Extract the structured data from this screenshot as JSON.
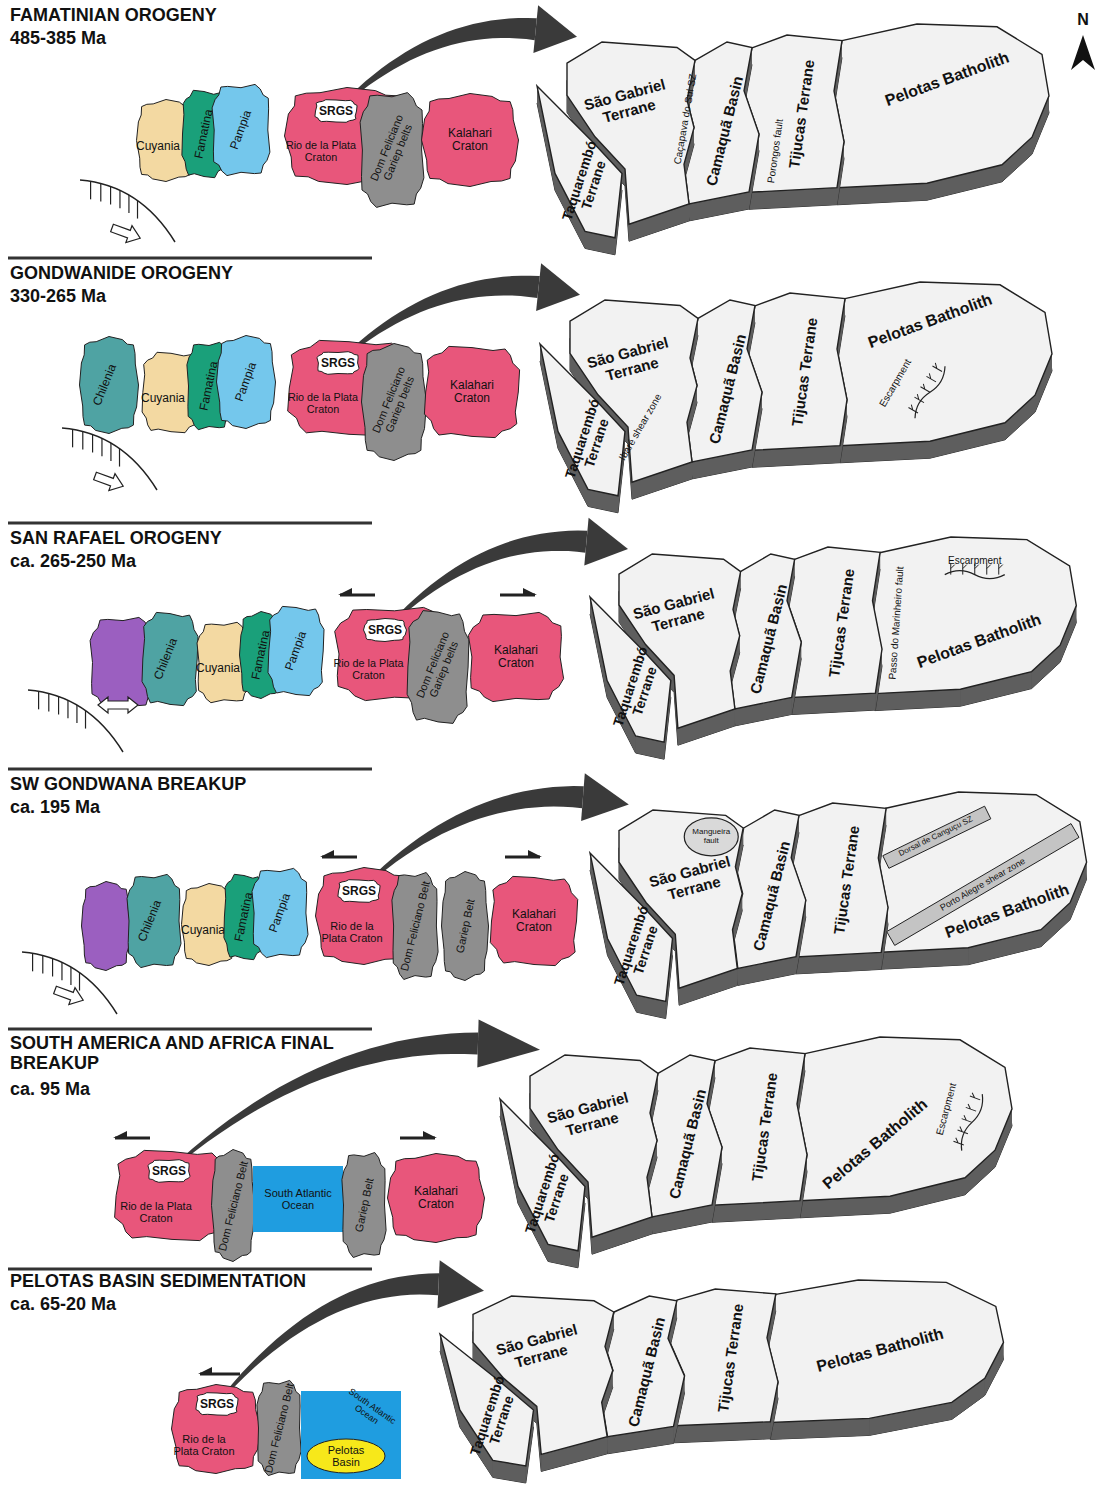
{
  "diagram": {
    "nodes": [
      {
        "text": [
          "Cuyania"
        ]
      },
      {
        "text": [
          "Famatina"
        ]
      },
      {
        "text": [
          "Pampia"
        ]
      },
      {
        "text": [
          "Rio de la Plata Craton"
        ]
      },
      {
        "text": [
          "SRGS"
        ],
        "in": 3
      },
      {
        "text": [
          "Dom Feliciano Gariep belts"
        ]
      },
      {
        "text": [
          "Kalahari Craton"
        ]
      },
      {
        "text": [
          "Taquarembó Terrane"
        ]
      },
      {
        "text": [
          "São Gabriel Terrane"
        ]
      },
      {
        "text": [
          "Camaquã Basin"
        ]
      },
      {
        "text": [
          "Tijucas Terrane"
        ]
      },
      {
        "text": [
          "Pelotas Batholith"
        ]
      },
      {
        "text": [
          "Chilenia"
        ]
      },
      {
        "text": [
          "Cuyania"
        ]
      },
      {
        "text": [
          "Famatina"
        ]
      },
      {
        "text": [
          "Pampia"
        ]
      },
      {
        "text": [
          "Rio de la Plata Craton"
        ]
      },
      {
        "text": [
          "SRGS"
        ],
        "in": 16
      },
      {
        "text": [
          "Dom Feliciano Gariep belts"
        ]
      },
      {
        "text": [
          "Kalahari Craton"
        ]
      },
      {
        "text": [
          "Taquarembó Terrane"
        ]
      },
      {
        "text": [
          "São Gabriel Terrane"
        ]
      },
      {
        "text": [
          "Camaquã Basin"
        ]
      },
      {
        "text": [
          "Tijucas Terrane"
        ]
      },
      {
        "text": [
          "Pelotas Batholith"
        ]
      },
      {
        "text": [
          "Chilenia"
        ]
      },
      {
        "text": [
          "Cuyania"
        ]
      },
      {
        "text": [
          "Famatina"
        ]
      },
      {
        "text": [
          "Pampia"
        ]
      },
      {
        "text": [
          "Rio de la Plata Craton"
        ]
      },
      {
        "text": [
          "SRGS"
        ],
        "in": 29
      },
      {
        "text": [
          "Dom Feliciano Gariep belts"
        ]
      },
      {
        "text": [
          "Kalahari Craton"
        ]
      },
      {
        "text": [
          "Taquarembó Terrane"
        ]
      },
      {
        "text": [
          "São Gabriel Terrane"
        ]
      },
      {
        "text": [
          "Camaquã Basin"
        ]
      },
      {
        "text": [
          "Tijucas Terrane"
        ]
      },
      {
        "text": [
          "Pelotas Batholith"
        ]
      },
      {
        "text": [
          "Chilenia"
        ]
      },
      {
        "text": [
          "Cuyania"
        ]
      },
      {
        "text": [
          "Famatina"
        ]
      },
      {
        "text": [
          "Pampia"
        ]
      },
      {
        "text": [
          "Rio de la Plata Craton"
        ]
      },
      {
        "text": [
          "SRGS"
        ],
        "in": 42
      },
      {
        "text": [
          "Dom Feliciano Belt"
        ]
      },
      {
        "text": [
          "Gariep Belt"
        ]
      },
      {
        "text": [
          "Kalahari Craton"
        ]
      },
      {
        "text": [
          "Taquarembó Terrane"
        ]
      },
      {
        "text": [
          "São Gabriel Terrane"
        ]
      },
      {
        "text": [
          "Camaquã Basin"
        ]
      },
      {
        "text": [
          "Tijucas Terrane"
        ]
      },
      {
        "text": [
          "Pelotas Batholith"
        ]
      },
      {
        "text": [
          "Rio de la Plata Craton"
        ]
      },
      {
        "text": [
          "SRGS"
        ],
        "in": 52
      },
      {
        "text": [
          "Dom Feliciano Belt"
        ]
      },
      {
        "text": [
          "South Atlantic Ocean"
        ]
      },
      {
        "text": [
          "Gariep Belt"
        ]
      },
      {
        "text": [
          "Kalahari Craton"
        ]
      },
      {
        "text": [
          "Taquarembó Terrane"
        ]
      },
      {
        "text": [
          "São Gabriel Terrane"
        ]
      },
      {
        "text": [
          "Camaquã Basin"
        ]
      },
      {
        "text": [
          "Tijucas Terrane"
        ]
      },
      {
        "text": [
          "Pelotas Batholith"
        ]
      },
      {
        "text": [
          "Rio de la Plata Craton"
        ]
      },
      {
        "text": [
          "SRGS"
        ],
        "in": 63
      },
      {
        "text": [
          "Dom Feliciano Belt"
        ]
      },
      {
        "text": [
          "South Atlantic Ocean"
        ]
      },
      {
        "text": [
          "Pelotas Basin"
        ],
        "in": 66
      },
      {
        "text": [
          "Taquarembó Terrane"
        ]
      },
      {
        "text": [
          "São Gabriel Terrane"
        ]
      },
      {
        "text": [
          "Camaquã Basin"
        ]
      },
      {
        "text": [
          "Tijucas Terrane"
        ]
      },
      {
        "text": [
          "Pelotas Batholith"
        ]
      }
    ],
    "labels": [
      "FAMATINIAN OROGENY",
      "485-385 Ma",
      "N",
      "Caçapava do Sul SZ",
      "Porongos fault",
      "GONDWANIDE OROGENY",
      "330-265 Ma",
      "Ibaré shear zone",
      "Escarpment",
      "SAN RAFAEL OROGENY",
      "ca. 265-250 Ma",
      "Passo do Marinheiro fault",
      "Escarpment",
      "SW GONDWANA BREAKUP",
      "ca. 195 Ma",
      "Mangueira fault",
      "Dorsal de Canguçu SZ",
      "Porto Alegre shear zone",
      "SOUTH AMERICA AND AFRICA FINAL BREAKUP",
      "ca. 95 Ma",
      "Escarpment",
      "PELOTAS BASIN SEDIMENTATION",
      "ca. 65-20 Ma"
    ]
  }
}
